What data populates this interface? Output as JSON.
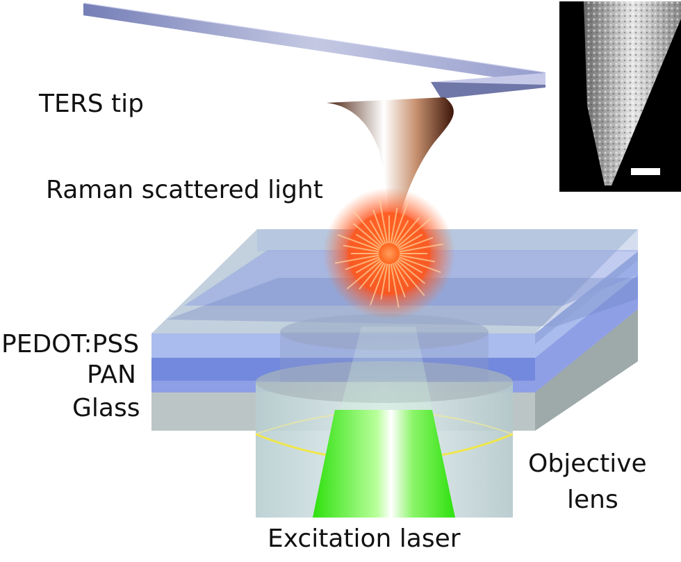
{
  "labels": {
    "ters_tip": "TERS tip",
    "raman": "Raman scattered light",
    "pedot": "PEDOT:PSS",
    "pan": "PAN",
    "glass": "Glass",
    "objective_line1": "Objective",
    "objective_line2": "lens",
    "excitation": "Excitation laser"
  },
  "colors": {
    "cantilever": "#aab2d8",
    "tip": "#5a2a14",
    "scatter_glow": "#ff5a1a",
    "laser": "#39e81c",
    "pedot_layer": "#8fa6e6",
    "pan_layer": "#7a8ee0",
    "glass_layer": "#b9c2c2",
    "lens_ring": "#f0e64a",
    "inset_bg": "#000000",
    "scale_bar": "#ffffff"
  }
}
